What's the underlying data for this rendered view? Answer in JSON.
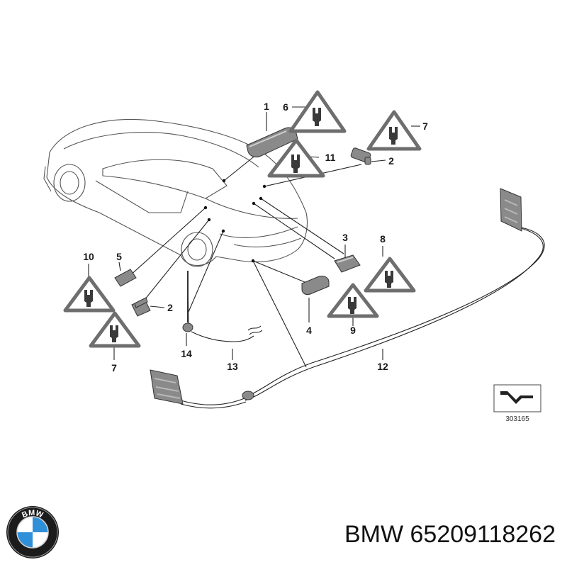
{
  "callouts": {
    "c1": "1",
    "c2a": "2",
    "c2b": "2",
    "c3": "3",
    "c4": "4",
    "c5": "5",
    "c6": "6",
    "c7a": "7",
    "c7b": "7",
    "c8": "8",
    "c9": "9",
    "c10": "10",
    "c11": "11",
    "c12": "12",
    "c13": "13",
    "c14": "14"
  },
  "reference_number": "303165",
  "logo_text": "BMW",
  "brand": "BMW",
  "part_number": "65209118262",
  "colors": {
    "warning_triangle": "#6e6e6e",
    "part_fill": "#8a8a8a",
    "logo_blue": "#2f8fd8"
  }
}
